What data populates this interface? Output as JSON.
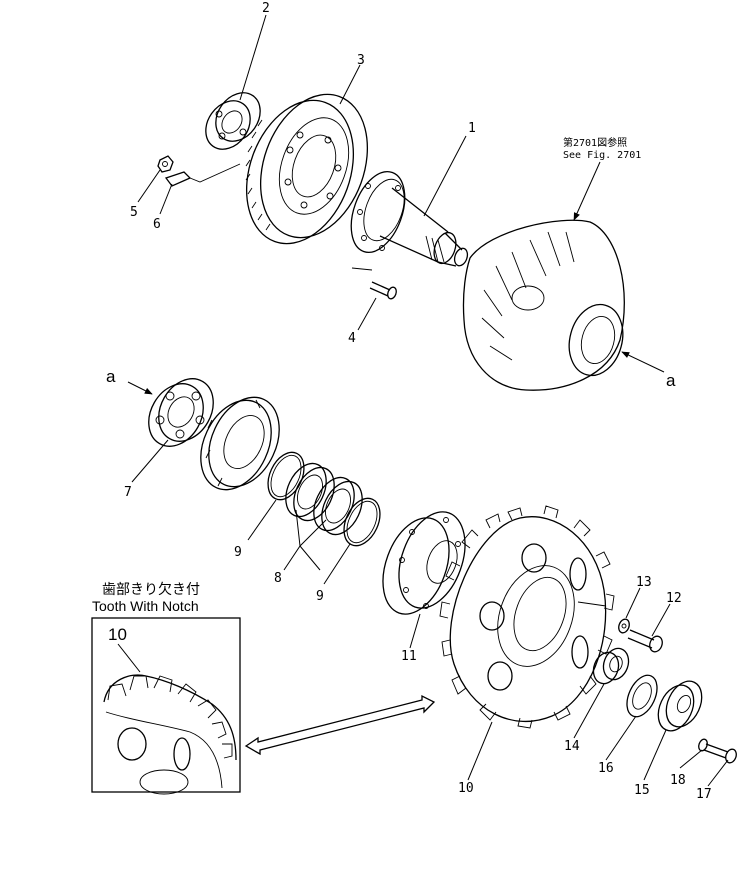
{
  "diagram": {
    "reference_note": {
      "line1": "第2701図参照",
      "line2": "See Fig. 2701"
    },
    "view_markers": [
      "a",
      "a"
    ],
    "inset": {
      "caption_jp": "歯部きり欠き付",
      "caption_en": "Tooth With Notch",
      "part_label": "10"
    },
    "callouts": [
      {
        "id": "c1",
        "label": "1"
      },
      {
        "id": "c2",
        "label": "2"
      },
      {
        "id": "c3",
        "label": "3"
      },
      {
        "id": "c4",
        "label": "4"
      },
      {
        "id": "c5",
        "label": "5"
      },
      {
        "id": "c6",
        "label": "6"
      },
      {
        "id": "c7",
        "label": "7"
      },
      {
        "id": "c8",
        "label": "8"
      },
      {
        "id": "c9a",
        "label": "9"
      },
      {
        "id": "c9b",
        "label": "9"
      },
      {
        "id": "c10",
        "label": "10"
      },
      {
        "id": "c11",
        "label": "11"
      },
      {
        "id": "c12",
        "label": "12"
      },
      {
        "id": "c13",
        "label": "13"
      },
      {
        "id": "c14",
        "label": "14"
      },
      {
        "id": "c15",
        "label": "15"
      },
      {
        "id": "c16",
        "label": "16"
      },
      {
        "id": "c17",
        "label": "17"
      },
      {
        "id": "c18",
        "label": "18"
      }
    ]
  }
}
